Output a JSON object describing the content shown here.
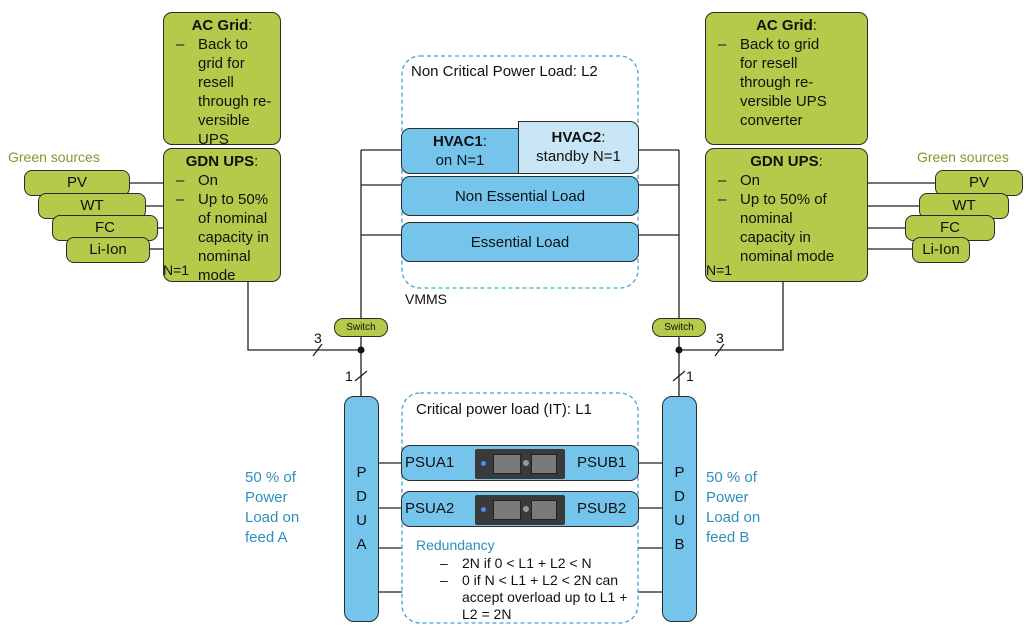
{
  "left": {
    "ac_grid": {
      "title": "AC Grid",
      "items": [
        "Back to grid for resell through re-versible UPS converter"
      ]
    },
    "ups": {
      "title": "GDN UPS",
      "items": [
        "On",
        "Up to 50% of nominal capacity in nominal mode"
      ],
      "n_label": "N=1"
    },
    "green_label": "Green sources",
    "sources": [
      "PV",
      "WT",
      "FC",
      "Li-Ion"
    ]
  },
  "right": {
    "ac_grid": {
      "title": "AC Grid",
      "items": [
        "Back to grid for resell through re-versible UPS converter"
      ]
    },
    "ups": {
      "title": "GDN UPS",
      "items": [
        "On",
        "Up to 50% of nominal capacity in nominal mode"
      ],
      "n_label": "N=1"
    },
    "green_label": "Green sources",
    "sources": [
      "PV",
      "WT",
      "FC",
      "Li-Ion"
    ]
  },
  "noncritical": {
    "title": "Non Critical Power Load: L2",
    "hvac1": {
      "name": "HVAC1",
      "status": "on N=1"
    },
    "hvac2": {
      "name": "HVAC2",
      "status": "standby N=1"
    },
    "non_essential": "Non Essential Load",
    "essential": "Essential Load",
    "vmms": "VMMS"
  },
  "switches": {
    "left": "Switch",
    "right": "Switch"
  },
  "wire_counts": {
    "left_three": "3",
    "right_three": "3",
    "left_one": "1",
    "right_one": "1"
  },
  "pdu_a": {
    "letters": [
      "P",
      "D",
      "U",
      "A"
    ],
    "feed_text": "50 % of Power Load on feed A"
  },
  "pdu_b": {
    "letters": [
      "P",
      "D",
      "U",
      "B"
    ],
    "feed_text": "50 % of Power Load on feed B"
  },
  "critical": {
    "title": "Critical power load (IT): L1",
    "rows": [
      {
        "left": "PSUA1",
        "right": "PSUB1"
      },
      {
        "left": "PSUA2",
        "right": "PSUB2"
      }
    ],
    "redundancy_title": "Redundancy",
    "redundancy_items": [
      "2N if 0 < L1 + L2 < N",
      "0 if N < L1 + L2 < 2N can accept overload up to L1 + L2 = 2N"
    ]
  },
  "colors": {
    "green": "#b5c94a",
    "blue": "#74c4ec",
    "teal": "#2e8fbf",
    "dashed": "#3aa6cf"
  }
}
